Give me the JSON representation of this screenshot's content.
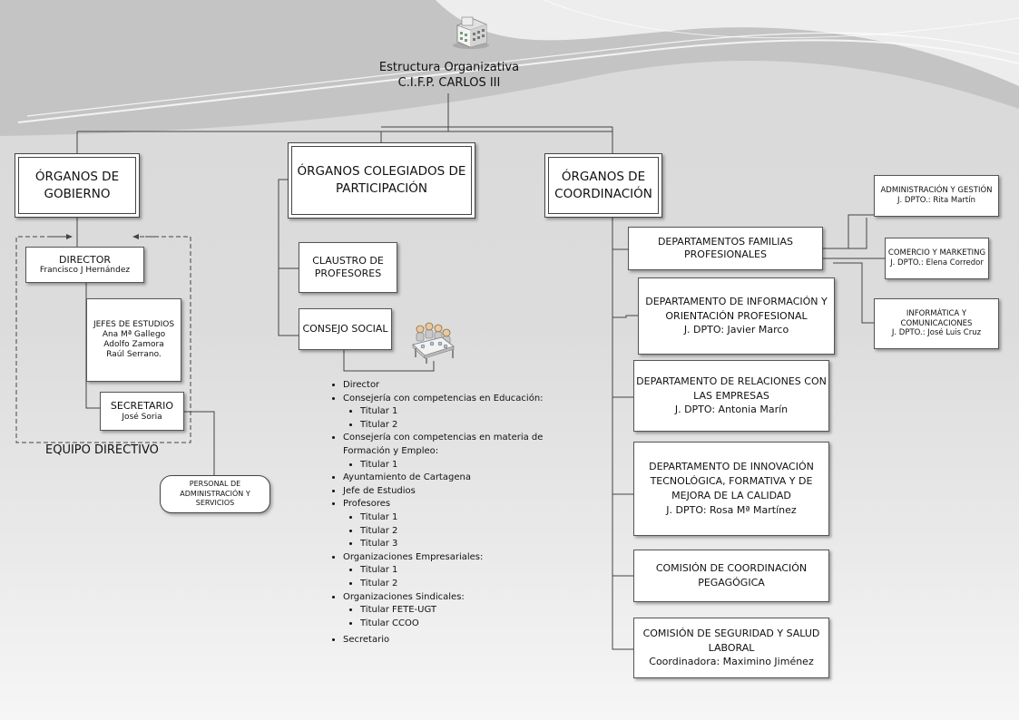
{
  "title": {
    "line1": "Estructura Organizativa",
    "line2": "C.I.F.P. CARLOS III"
  },
  "organos_gobierno": {
    "line1": "ÓRGANOS DE",
    "line2": "GOBIERNO"
  },
  "organos_colegiados": {
    "line1": "ÓRGANOS COLEGIADOS DE",
    "line2": "PARTICIPACIÓN"
  },
  "organos_coordinacion": {
    "line1": "ÓRGANOS DE",
    "line2": "COORDINACIÓN"
  },
  "director": {
    "title": "DIRECTOR",
    "name": "Francisco J Hernández"
  },
  "jefes": {
    "title": "JEFES DE ESTUDIOS",
    "names": [
      "Ana Mª Gallego",
      "Adolfo Zamora",
      "Raúl Serrano."
    ]
  },
  "secretario": {
    "title": "SECRETARIO",
    "name": "José Soria"
  },
  "equipo_directivo": "EQUIPO DIRECTIVO",
  "personal": {
    "line1": "PERSONAL DE",
    "line2": "ADMINISTRACIÓN Y",
    "line3": "SERVICIOS"
  },
  "claustro": {
    "line1": "CLAUSTRO DE",
    "line2": "PROFESORES"
  },
  "consejo_social": "CONSEJO SOCIAL",
  "consejo_members": {
    "director": "Director",
    "consejeria_educacion": "Consejería con competencias en Educación:",
    "ce_t1": "Titular 1",
    "ce_t2": "Titular 2",
    "consejeria_formacion_1": "Consejería con competencias en materia de",
    "consejeria_formacion_2": "Formación y Empleo:",
    "cf_t1": "Titular 1",
    "ayuntamiento": "Ayuntamiento de Cartagena",
    "jefe_estudios": "Jefe de Estudios",
    "profesores": "Profesores",
    "p_t1": "Titular 1",
    "p_t2": "Titular 2",
    "p_t3": "Titular 3",
    "org_empresariales": "Organizaciones Empresariales:",
    "oe_t1": "Titular 1",
    "oe_t2": "Titular 2",
    "org_sindicales": "Organizaciones Sindicales:",
    "os_t1": "Titular FETE-UGT",
    "os_t2": "Titular CCOO",
    "secretario": "Secretario"
  },
  "dept_familias": {
    "line1": "DEPARTAMENTOS FAMILIAS",
    "line2": "PROFESIONALES"
  },
  "admin_gestion": {
    "title": "ADMINISTRACIÓN Y GESTIÓN",
    "head": "J. DPTO.: Rita Martín"
  },
  "comercio": {
    "title": "COMERCIO Y MARKETING",
    "head": "J. DPTO.: Elena Corredor"
  },
  "informatica": {
    "line1": "INFORMÁTICA Y",
    "line2": "COMUNICACIONES",
    "head": "J. DPTO.: José Luis Cruz"
  },
  "dept_info": {
    "line1": "DEPARTAMENTO DE INFORMACIÓN Y",
    "line2": "ORIENTACIÓN PROFESIONAL",
    "head": "J. DPTO: Javier Marco"
  },
  "dept_relaciones": {
    "line1": "DEPARTAMENTO DE RELACIONES CON",
    "line2": "LAS EMPRESAS",
    "head": "J. DPTO: Antonia Marín"
  },
  "dept_innovacion": {
    "line1": "DEPARTAMENTO DE INNOVACIÓN",
    "line2": "TECNOLÓGICA, FORMATIVA Y DE",
    "line3": "MEJORA DE LA CALIDAD",
    "head": "J. DPTO: Rosa Mª Martínez"
  },
  "comision_pedagogica": {
    "line1": "COMISIÓN DE COORDINACIÓN",
    "line2": "PEGAGÓGICA"
  },
  "comision_seguridad": {
    "line1": "COMISIÓN DE SEGURIDAD Y SALUD",
    "line2": "LABORAL",
    "head": "Coordinadora: Maximino Jiménez"
  },
  "icons": [
    "building-icon",
    "meeting-icon"
  ]
}
